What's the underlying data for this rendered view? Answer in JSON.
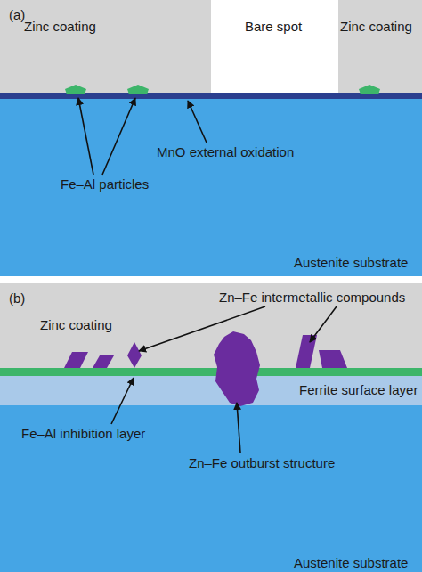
{
  "diagram": {
    "nodes": [
      {
        "text": [
          "Zinc coating"
        ]
      },
      {
        "text": [
          "Bare spot"
        ]
      },
      {
        "text": [
          "Zinc coating"
        ]
      },
      {
        "text": [
          "Austenite substrate"
        ]
      },
      {
        "text": [
          "Zinc coating"
        ]
      },
      {
        "text": [
          "Ferrite surface layer"
        ]
      },
      {
        "text": [
          "Austenite substrate"
        ]
      }
    ],
    "labels": [
      "(a)",
      "Fe–Al particles",
      "MnO external oxidation",
      "(b)",
      "Zn–Fe intermetallic compounds",
      "Fe–Al inhibition layer",
      "Zn–Fe outburst structure"
    ]
  }
}
